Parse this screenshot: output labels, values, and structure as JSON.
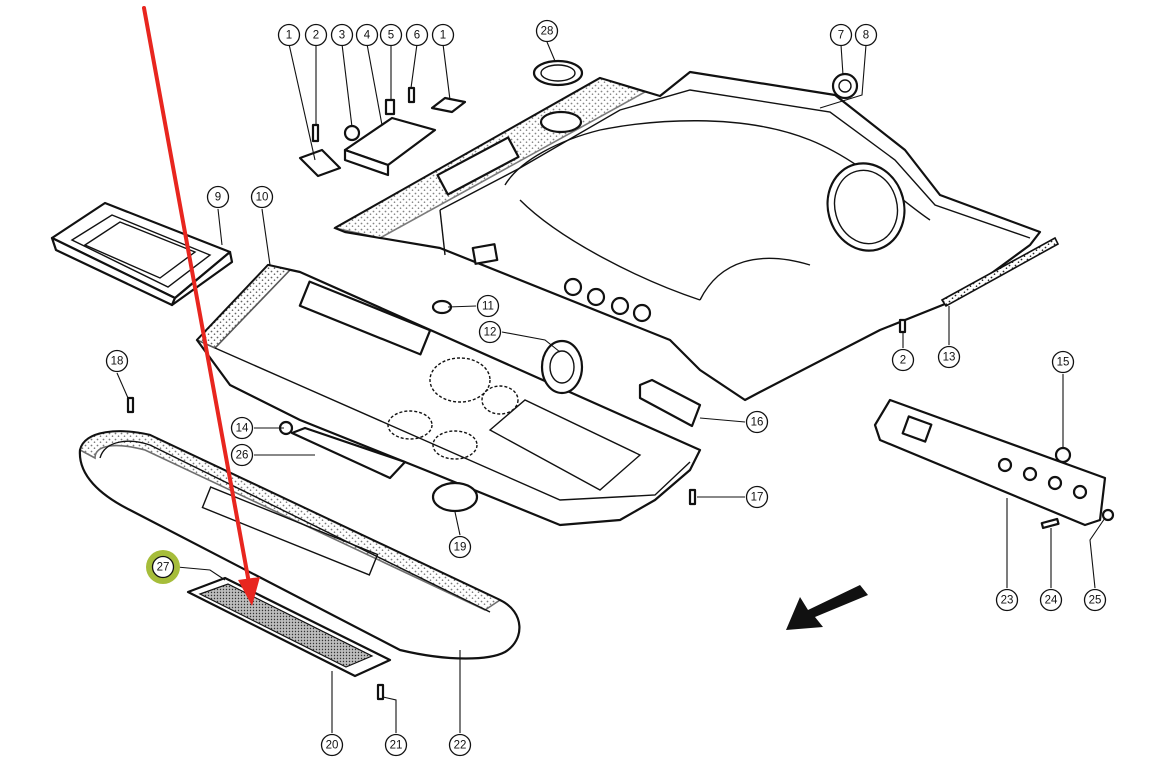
{
  "diagram": {
    "highlight_color": "#a6bd3a",
    "arrow_color": "#e8261f",
    "callouts": [
      {
        "id": "c1a",
        "label": "1"
      },
      {
        "id": "c2a",
        "label": "2"
      },
      {
        "id": "c3",
        "label": "3"
      },
      {
        "id": "c4",
        "label": "4"
      },
      {
        "id": "c5",
        "label": "5"
      },
      {
        "id": "c6",
        "label": "6"
      },
      {
        "id": "c1b",
        "label": "1"
      },
      {
        "id": "c28",
        "label": "28"
      },
      {
        "id": "c7",
        "label": "7"
      },
      {
        "id": "c8",
        "label": "8"
      },
      {
        "id": "c9",
        "label": "9"
      },
      {
        "id": "c10",
        "label": "10"
      },
      {
        "id": "c11",
        "label": "11"
      },
      {
        "id": "c12",
        "label": "12"
      },
      {
        "id": "c2b",
        "label": "2"
      },
      {
        "id": "c13",
        "label": "13"
      },
      {
        "id": "c18",
        "label": "18"
      },
      {
        "id": "c14",
        "label": "14"
      },
      {
        "id": "c26",
        "label": "26"
      },
      {
        "id": "c16",
        "label": "16"
      },
      {
        "id": "c15",
        "label": "15"
      },
      {
        "id": "c17",
        "label": "17"
      },
      {
        "id": "c19",
        "label": "19"
      },
      {
        "id": "c27",
        "label": "27",
        "highlighted": true
      },
      {
        "id": "c23",
        "label": "23"
      },
      {
        "id": "c24",
        "label": "24"
      },
      {
        "id": "c25",
        "label": "25"
      },
      {
        "id": "c20",
        "label": "20"
      },
      {
        "id": "c21",
        "label": "21"
      },
      {
        "id": "c22",
        "label": "22"
      }
    ]
  }
}
